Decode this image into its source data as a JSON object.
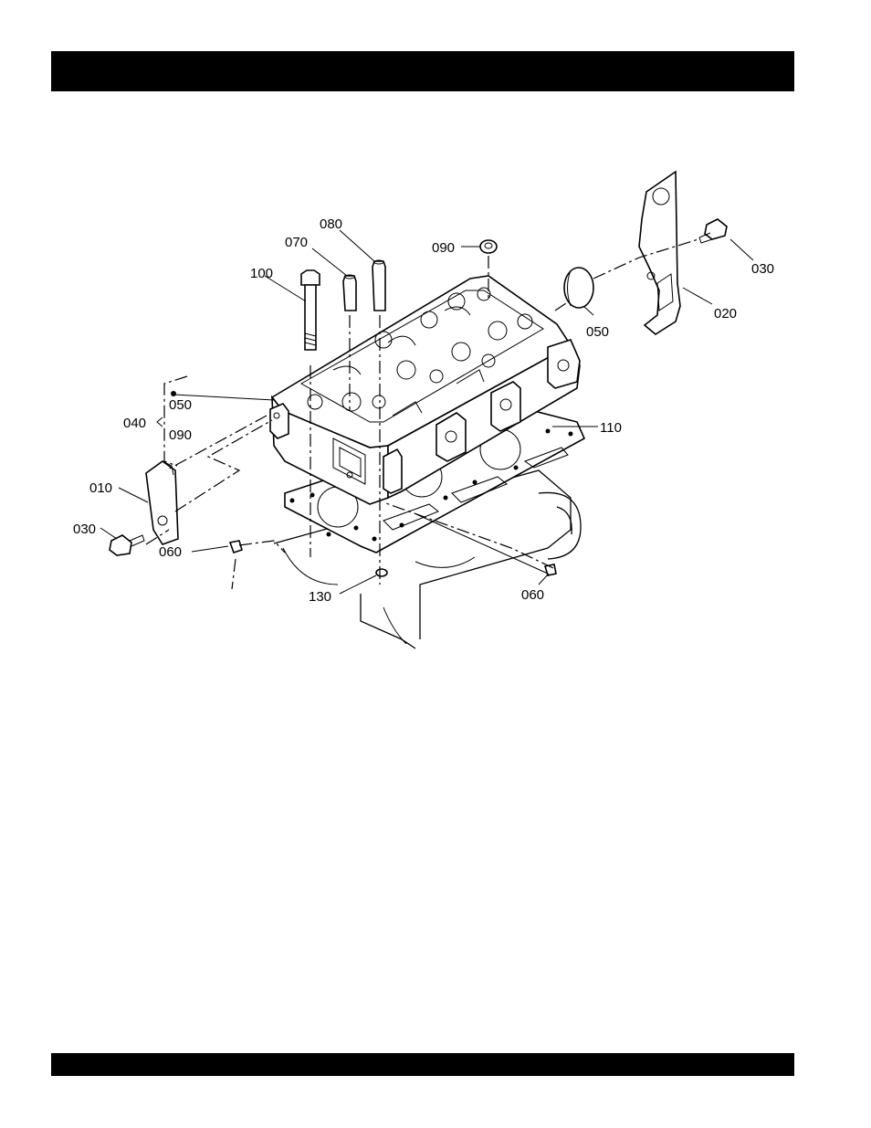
{
  "header": {
    "title": ""
  },
  "footer": {
    "text": ""
  },
  "callouts": {
    "c010": "010",
    "c020": "020",
    "c030a": "030",
    "c030b": "030",
    "c040": "040",
    "c050a": "050",
    "c050b": "050",
    "c060a": "060",
    "c060b": "060",
    "c070": "070",
    "c080": "080",
    "c090a": "090",
    "c090b": "090",
    "c100": "100",
    "c110": "110",
    "c130": "130"
  }
}
